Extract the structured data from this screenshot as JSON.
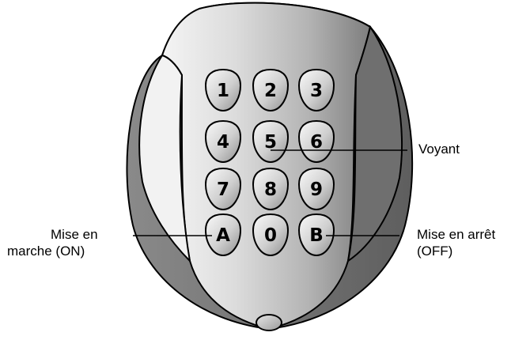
{
  "diagram": {
    "keys": [
      {
        "name": "key-1",
        "label": "1"
      },
      {
        "name": "key-2",
        "label": "2"
      },
      {
        "name": "key-3",
        "label": "3"
      },
      {
        "name": "key-4",
        "label": "4"
      },
      {
        "name": "key-5",
        "label": "5"
      },
      {
        "name": "key-6",
        "label": "6"
      },
      {
        "name": "key-7",
        "label": "7"
      },
      {
        "name": "key-8",
        "label": "8"
      },
      {
        "name": "key-9",
        "label": "9"
      },
      {
        "name": "key-a",
        "label": "A"
      },
      {
        "name": "key-0",
        "label": "0"
      },
      {
        "name": "key-b",
        "label": "B"
      }
    ],
    "callouts": {
      "voyant": "Voyant",
      "on_line1": "Mise en",
      "on_line2": "marche (ON)",
      "off_line1": "Mise en arrêt",
      "off_line2": "(OFF)"
    }
  }
}
